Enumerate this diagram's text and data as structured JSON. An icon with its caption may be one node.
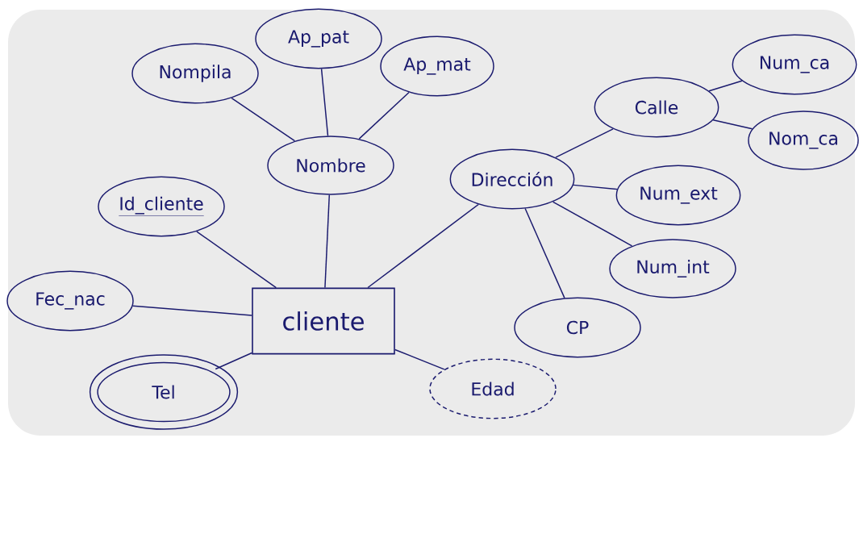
{
  "diagram": {
    "nodes": [
      {
        "text": [
          "cliente"
        ]
      },
      {
        "text": [
          "Id_cliente"
        ]
      },
      {
        "text": [
          "Nombre"
        ]
      },
      {
        "text": [
          "Nompila"
        ]
      },
      {
        "text": [
          "Ap_pat"
        ]
      },
      {
        "text": [
          "Ap_mat"
        ]
      },
      {
        "text": [
          "Dirección"
        ]
      },
      {
        "text": [
          "Calle"
        ]
      },
      {
        "text": [
          "Num_ca"
        ]
      },
      {
        "text": [
          "Nom_ca"
        ]
      },
      {
        "text": [
          "Num_ext"
        ]
      },
      {
        "text": [
          "Num_int"
        ]
      },
      {
        "text": [
          "CP"
        ]
      },
      {
        "text": [
          "Fec_nac"
        ]
      },
      {
        "text": [
          "Tel"
        ]
      },
      {
        "text": [
          "Edad"
        ]
      }
    ],
    "edges": [
      {
        "from": 0,
        "to": 1,
        "arrow": "none"
      },
      {
        "from": 0,
        "to": 2,
        "arrow": "none"
      },
      {
        "from": 0,
        "to": 6,
        "arrow": "none"
      },
      {
        "from": 0,
        "to": 13,
        "arrow": "none"
      },
      {
        "from": 0,
        "to": 14,
        "arrow": "none"
      },
      {
        "from": 0,
        "to": 15,
        "arrow": "none"
      },
      {
        "from": 2,
        "to": 3,
        "arrow": "none"
      },
      {
        "from": 2,
        "to": 4,
        "arrow": "none"
      },
      {
        "from": 2,
        "to": 5,
        "arrow": "none"
      },
      {
        "from": 6,
        "to": 7,
        "arrow": "none"
      },
      {
        "from": 6,
        "to": 10,
        "arrow": "none"
      },
      {
        "from": 6,
        "to": 11,
        "arrow": "none"
      },
      {
        "from": 6,
        "to": 12,
        "arrow": "none"
      },
      {
        "from": 7,
        "to": 8,
        "arrow": "none"
      },
      {
        "from": 7,
        "to": 9,
        "arrow": "none"
      }
    ]
  }
}
